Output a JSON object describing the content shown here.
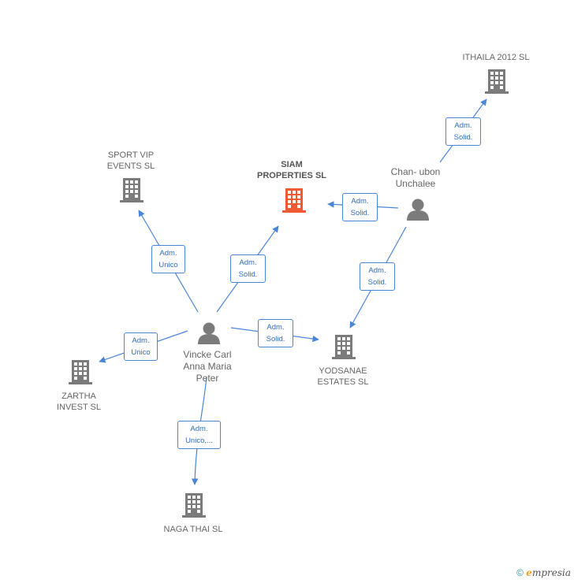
{
  "nodes": {
    "ithaila": "ITHAILA 2012 SL",
    "sport_vip": "SPORT VIP\nEVENTS SL",
    "siam": "SIAM\nPROPERTIES SL",
    "chan": "Chan- ubon\nUnchalee",
    "vincke": "Vincke Carl\nAnna Maria\nPeter",
    "zartha": "ZARTHA\nINVEST  SL",
    "yodsanae": "YODSANAE\nESTATES SL",
    "naga": "NAGA THAI SL"
  },
  "edges": {
    "chan_ithaila": "Adm.\nSolid.",
    "chan_siam": "Adm.\nSolid.",
    "chan_yodsanae": "Adm.\nSolid.",
    "vincke_sport": "Adm.\nUnico",
    "vincke_siam": "Adm.\nSolid.",
    "vincke_yodsanae": "Adm.\nSolid.",
    "vincke_zartha": "Adm.\nUnico",
    "vincke_naga": "Adm.\nUnico,..."
  },
  "footer": {
    "copyright": "©",
    "brand_initial": "e",
    "brand_rest": "mpresia"
  },
  "colors": {
    "edge": "#4a86d8",
    "building": "#7b7b7b",
    "focus_building": "#ee5a33",
    "person": "#7b7b7b"
  }
}
